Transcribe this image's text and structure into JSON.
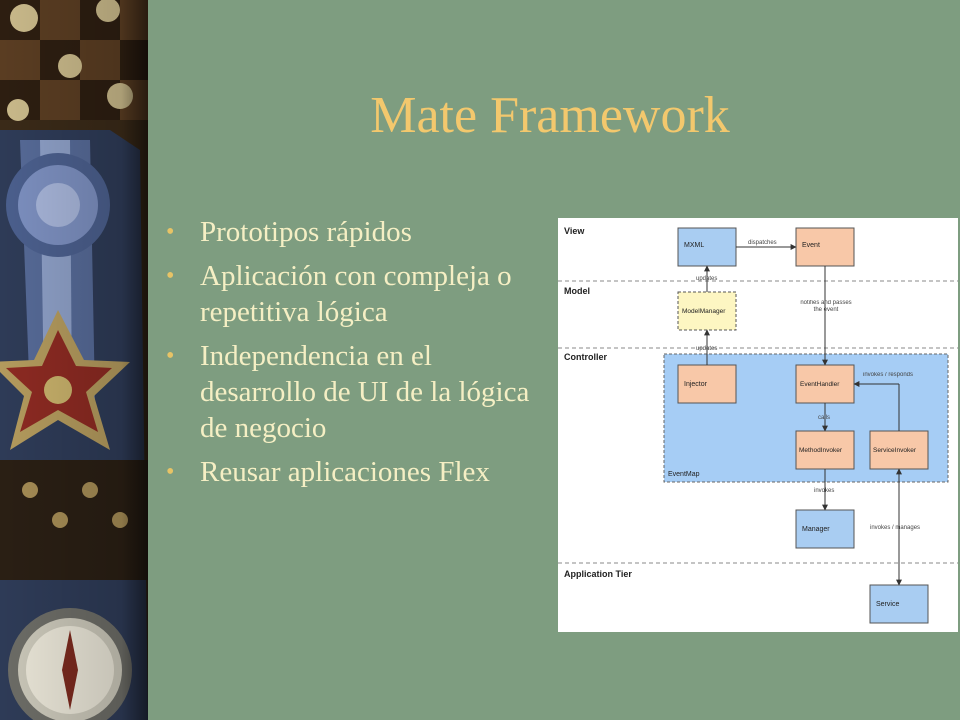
{
  "slide": {
    "title": "Mate Framework",
    "bullets": [
      "Prototipos rápidos",
      "Aplicación con compleja o repetitiva lógica",
      "Independencia en el desarrollo de UI de la lógica de negocio",
      "Reusar aplicaciones Flex"
    ]
  },
  "diagram": {
    "layers": {
      "view": "View",
      "model": "Model",
      "controller": "Controller",
      "application_tier": "Application Tier"
    },
    "boxes": {
      "mxml": "MXML",
      "event": "Event",
      "model_manager": "ModelManager",
      "injector": "Injector",
      "event_handler": "EventHandler",
      "method_invoker": "MethodInvoker",
      "service_invoker": "ServiceInvoker",
      "manager": "Manager",
      "service": "Service"
    },
    "event_map_label": "EventMap",
    "edge_labels": {
      "mxml_event": "dispatches",
      "modelmanager_mxml": "updates",
      "event_handler": "notifies and passes the event",
      "injector_modelmanager": "updates",
      "invokes_responds": "invokes / responds",
      "calls": "calls",
      "invokes": "invokes",
      "invokes_manages": "invokes / manages"
    },
    "colors": {
      "blue_box": "#a9cdf2",
      "orange_box": "#f8c8a8",
      "yellow_box": "#fdf6c2",
      "controller_region": "#a6cdf5",
      "diagram_bg": "#ffffff"
    }
  }
}
